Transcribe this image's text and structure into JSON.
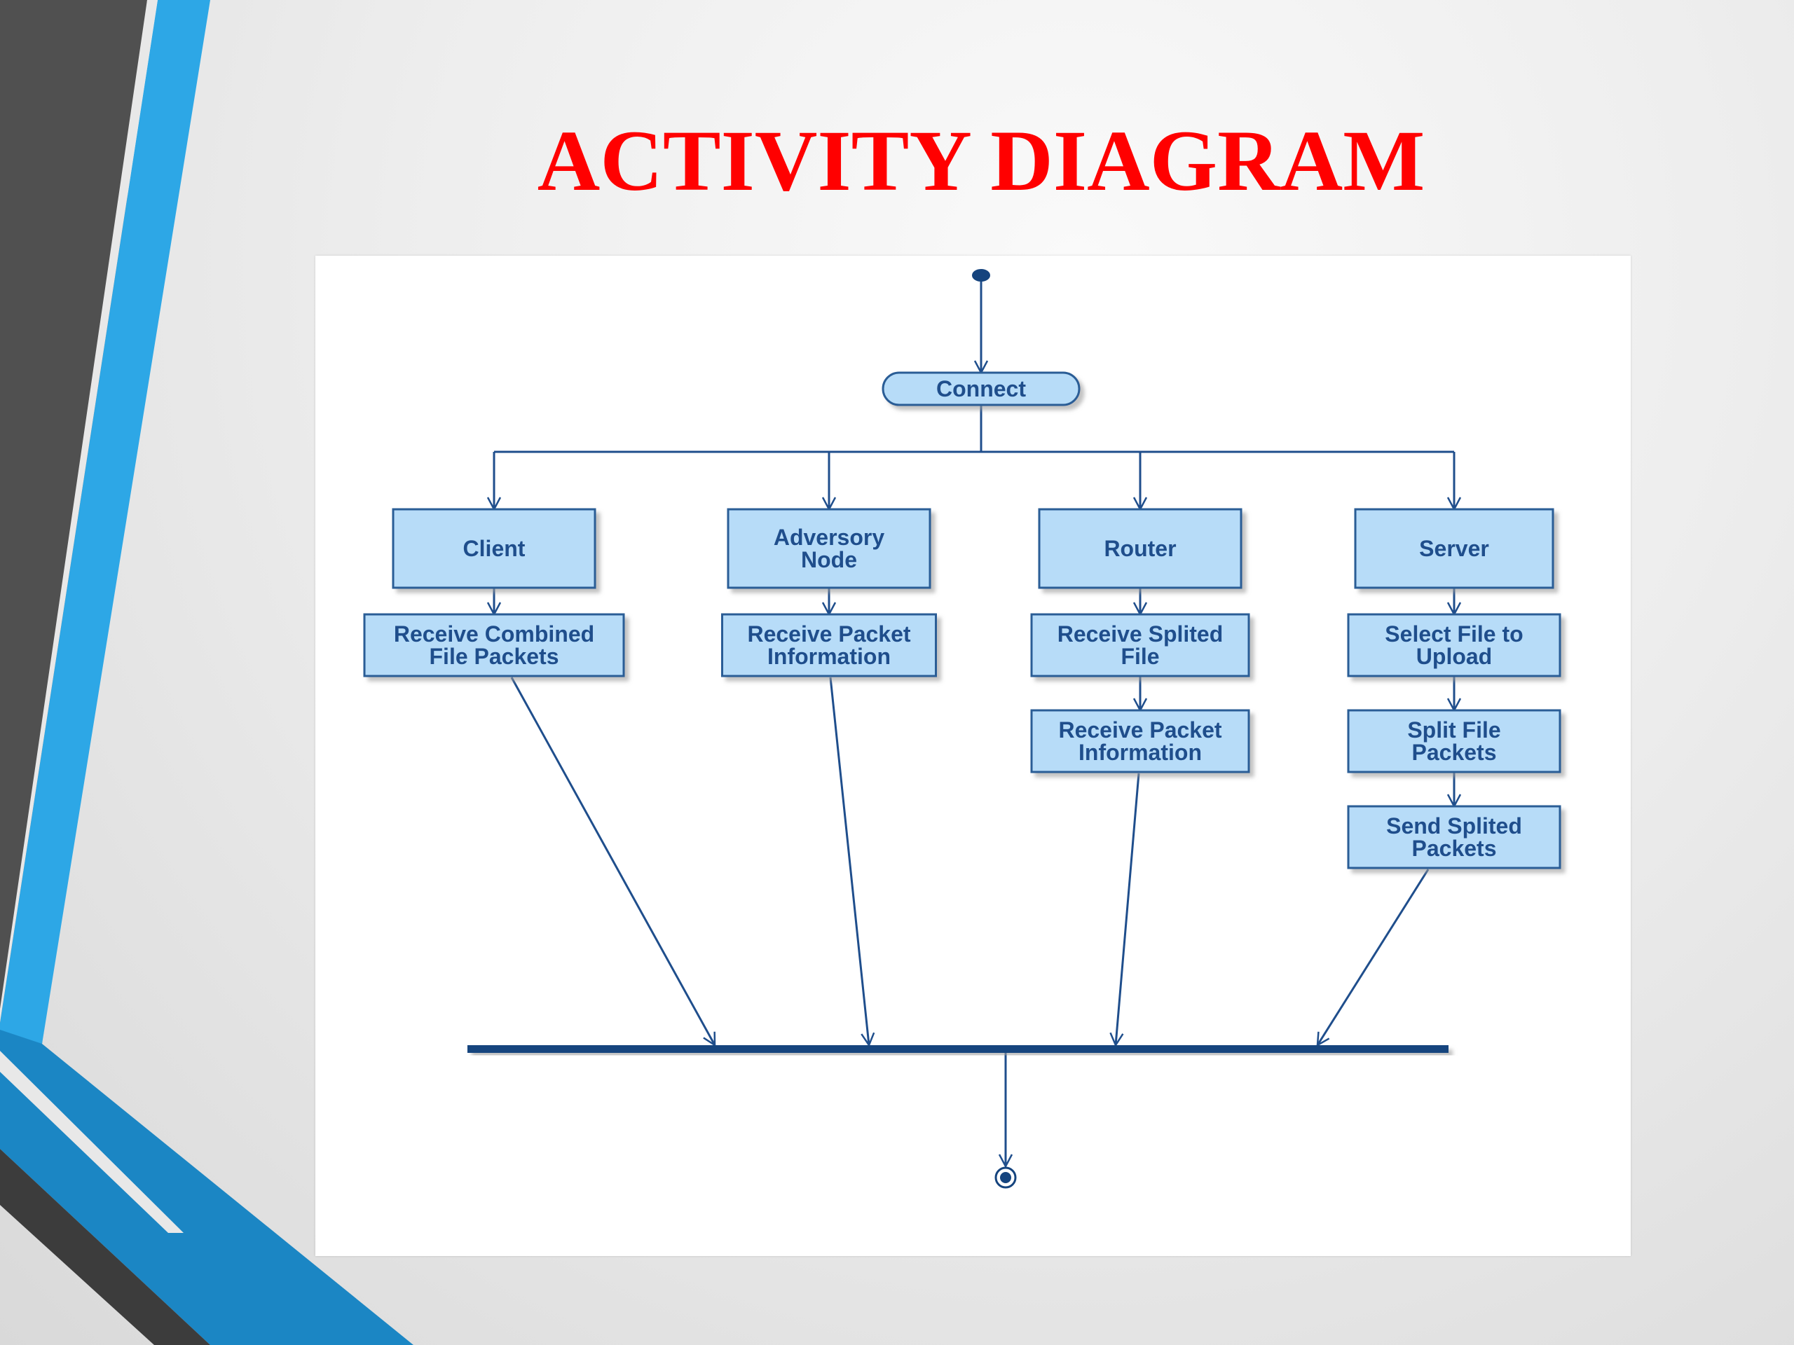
{
  "title": "ACTIVITY DIAGRAM",
  "colors": {
    "title": "#ff0000",
    "node_fill": "#b7dcf8",
    "node_stroke": "#2a5d96",
    "text": "#1f4e8c",
    "edge": "#1f4e8c",
    "accent_blue": "#2da7e6",
    "accent_dark": "#4d4d4d"
  },
  "diagram": {
    "start_node": "initial-node",
    "end_node": "final-node",
    "nodes": {
      "connect": [
        "Connect"
      ],
      "client": [
        "Client"
      ],
      "adversory": [
        "Adversory",
        "Node"
      ],
      "router": [
        "Router"
      ],
      "server": [
        "Server"
      ],
      "client_receive": [
        "Receive Combined",
        "File Packets"
      ],
      "adversory_receive": [
        "Receive Packet",
        "Information"
      ],
      "router_receive_file": [
        "Receive Splited",
        "File"
      ],
      "router_receive_info": [
        "Receive Packet",
        "Information"
      ],
      "server_select": [
        "Select File to",
        "Upload"
      ],
      "server_split": [
        "Split File",
        "Packets"
      ],
      "server_send": [
        "Send Splited",
        "Packets"
      ]
    },
    "edges": [
      [
        "start",
        "connect"
      ],
      [
        "connect",
        "client"
      ],
      [
        "connect",
        "adversory"
      ],
      [
        "connect",
        "router"
      ],
      [
        "connect",
        "server"
      ],
      [
        "client",
        "client_receive"
      ],
      [
        "adversory",
        "adversory_receive"
      ],
      [
        "router",
        "router_receive_file"
      ],
      [
        "router_receive_file",
        "router_receive_info"
      ],
      [
        "server",
        "server_select"
      ],
      [
        "server_select",
        "server_split"
      ],
      [
        "server_split",
        "server_send"
      ],
      [
        "client_receive",
        "join"
      ],
      [
        "adversory_receive",
        "join"
      ],
      [
        "router_receive_info",
        "join"
      ],
      [
        "server_send",
        "join"
      ],
      [
        "join",
        "end"
      ]
    ]
  }
}
